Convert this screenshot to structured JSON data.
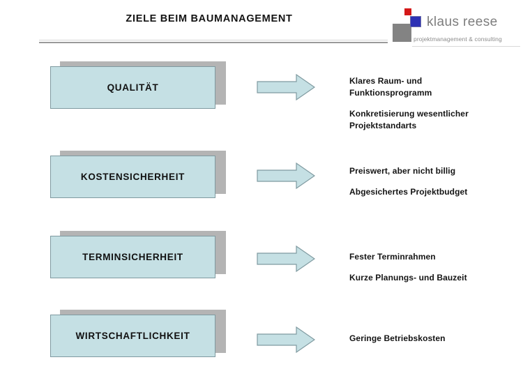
{
  "slide": {
    "title": "ZIELE BEIM BAUMANAGEMENT",
    "background_color": "#ffffff"
  },
  "logo": {
    "wordmark": "klaus reese",
    "tagline": "projektmanagement & consulting",
    "square_gray_color": "#838383",
    "square_blue_color": "#2d31b4",
    "square_red_color": "#d41818",
    "wordmark_color": "#7d7d7d"
  },
  "style": {
    "box_fill": "#c5e0e4",
    "box_border": "#7f9aa0",
    "box_shadow": "#b4b4b4",
    "arrow_fill": "#c5e0e4",
    "arrow_border": "#7f9aa0",
    "rule_color": "#9a9a9a"
  },
  "rows": [
    {
      "label": "QUALITÄT",
      "arrow_icon": "arrow-right-icon",
      "bullets": [
        [
          "Klares Raum- und",
          "Funktionsprogramm"
        ],
        [
          "Konkretisierung wesentlicher",
          "Projektstandarts"
        ]
      ]
    },
    {
      "label": "KOSTENSICHERHEIT",
      "arrow_icon": "arrow-right-icon",
      "bullets": [
        [
          "Preiswert, aber nicht billig"
        ],
        [
          "Abgesichertes Projektbudget"
        ]
      ]
    },
    {
      "label": "TERMINSICHERHEIT",
      "arrow_icon": "arrow-right-icon",
      "bullets": [
        [
          "Fester Terminrahmen"
        ],
        [
          "Kurze Planungs- und Bauzeit"
        ]
      ]
    },
    {
      "label": "WIRTSCHAFTLICHKEIT",
      "arrow_icon": "arrow-right-icon",
      "bullets": [
        [
          "Geringe Betriebskosten"
        ]
      ]
    }
  ]
}
